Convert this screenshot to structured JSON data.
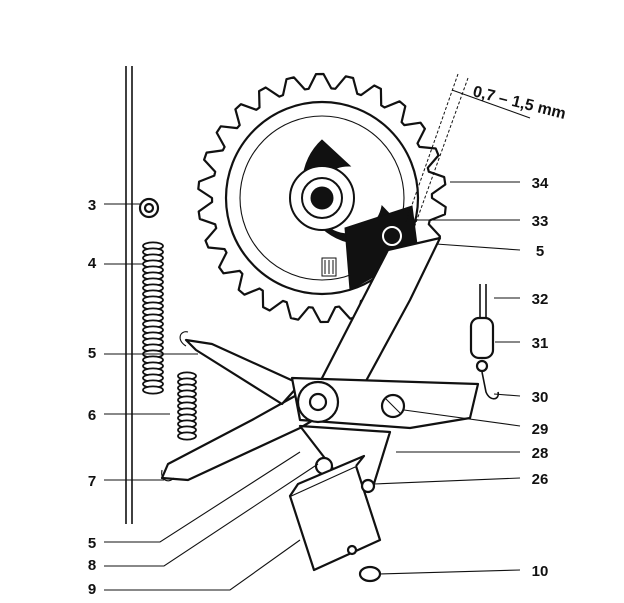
{
  "diagram": {
    "dimension_text": "0,7 – 1,5 mm",
    "labels_left": [
      "3",
      "4",
      "5",
      "6",
      "7",
      "5",
      "8",
      "9"
    ],
    "labels_right": [
      "34",
      "33",
      "5",
      "32",
      "31",
      "30",
      "29",
      "28",
      "26",
      "10"
    ]
  }
}
